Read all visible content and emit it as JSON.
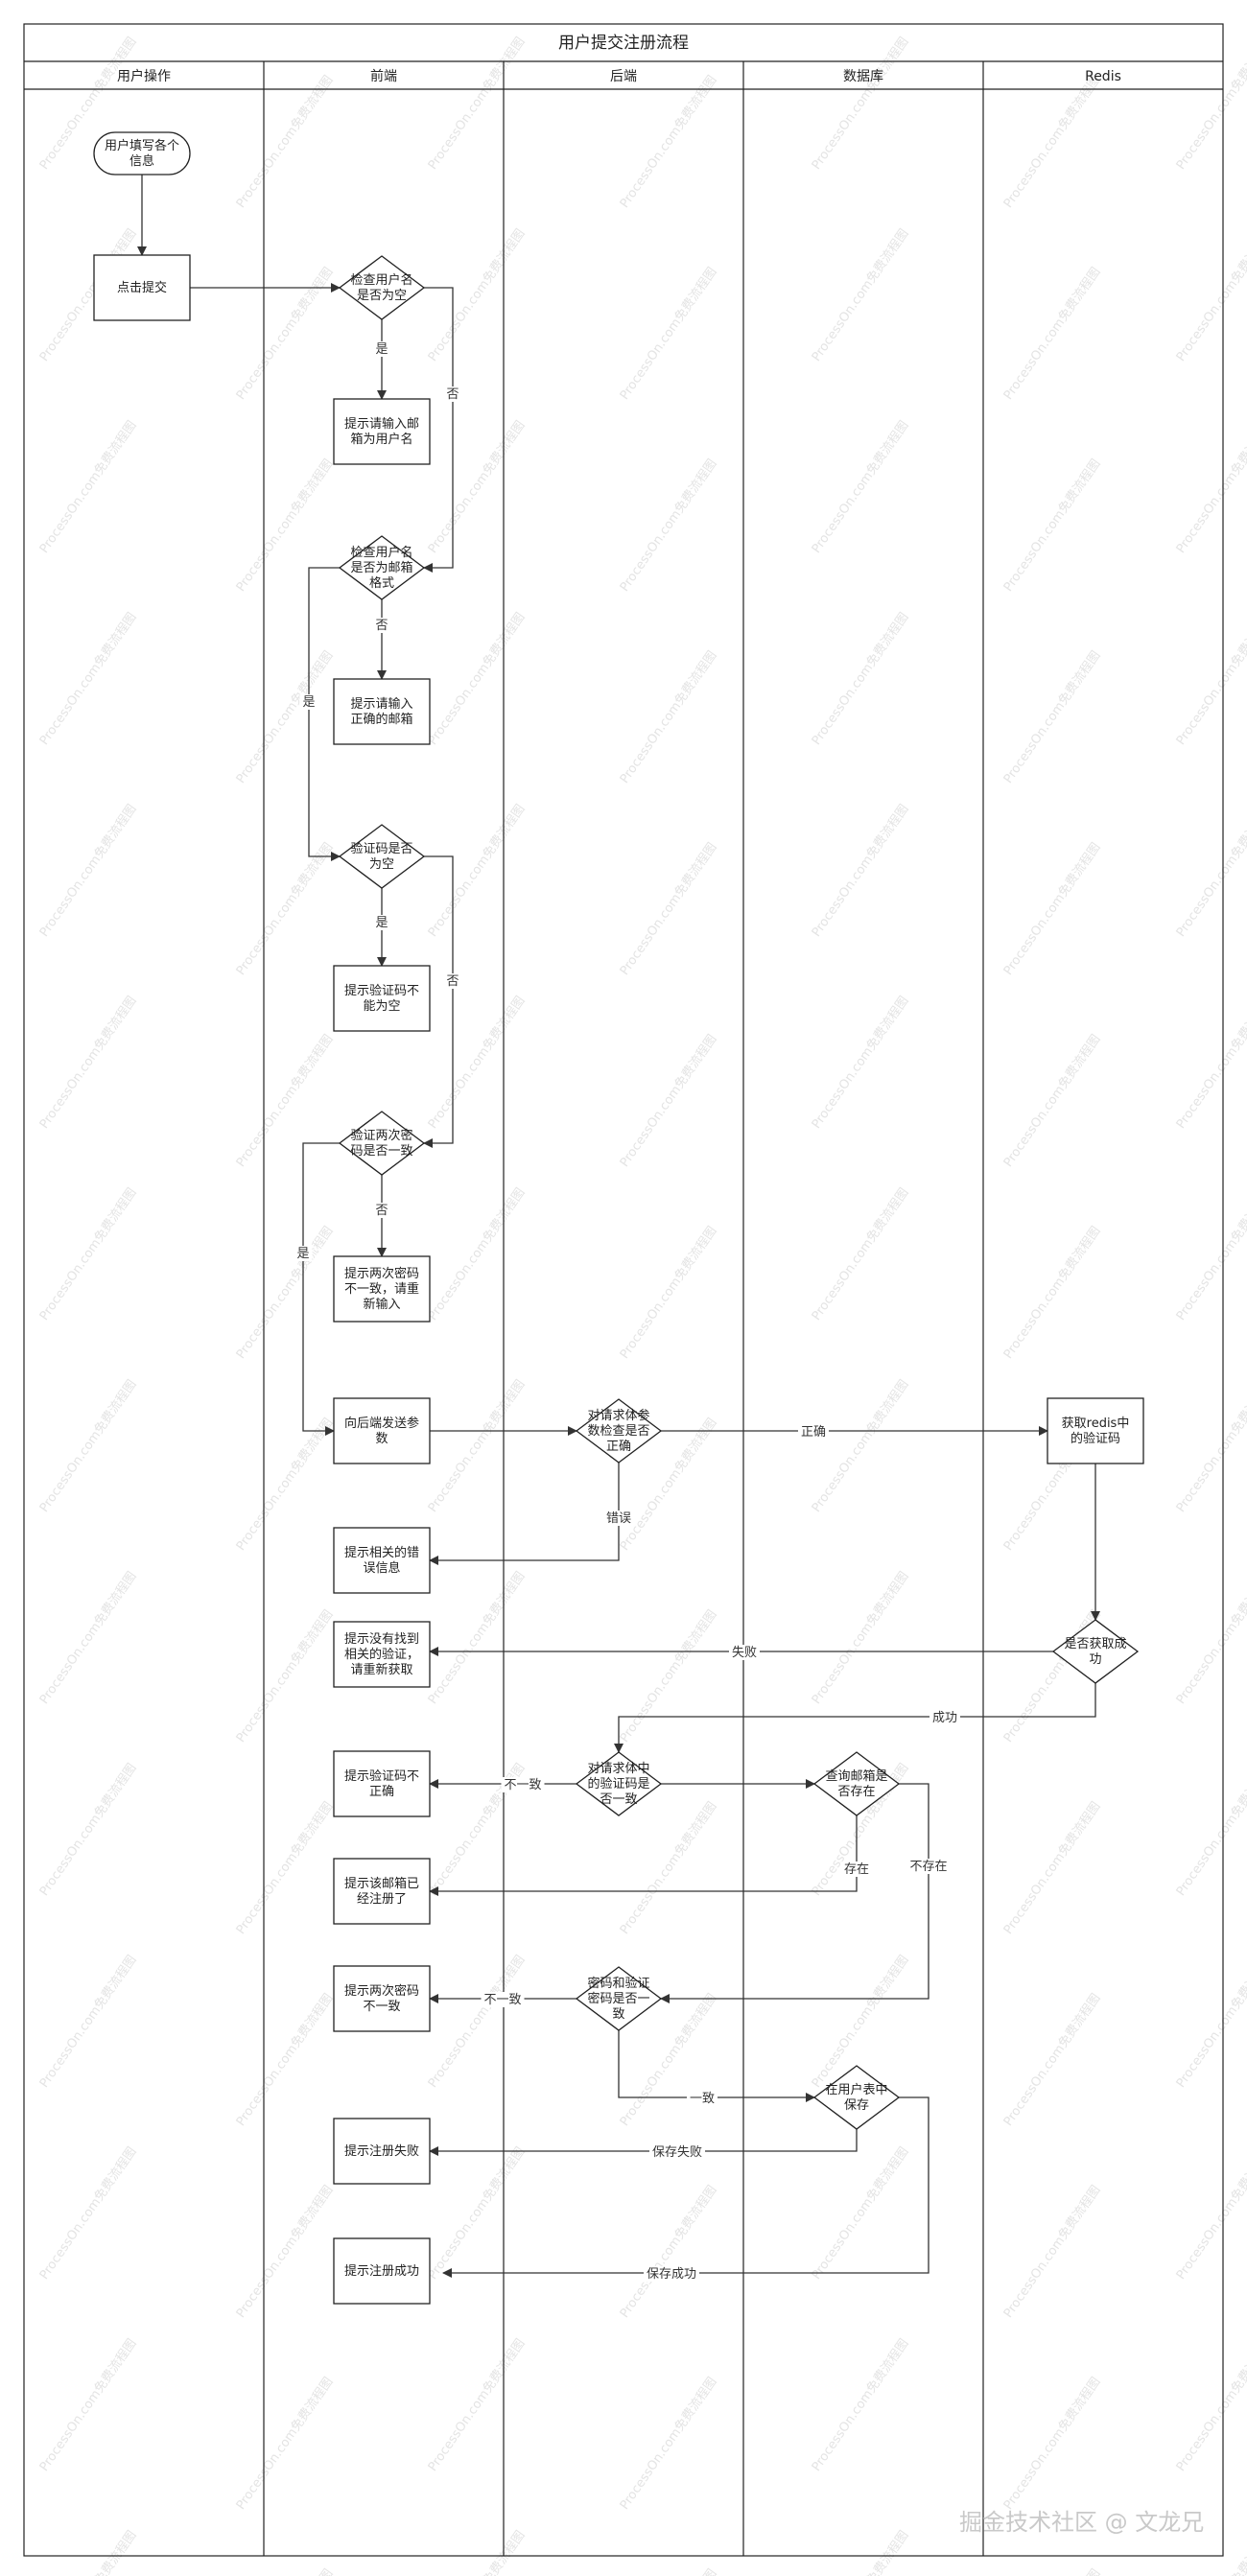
{
  "title": "用户提交注册流程",
  "lanes": [
    "用户操作",
    "前端",
    "后端",
    "数据库",
    "Redis"
  ],
  "nodes": {
    "start": [
      "用户填写各个",
      "信息"
    ],
    "submit": [
      "点击提交"
    ],
    "d_user_empty": [
      "检查用户名",
      "是否为空"
    ],
    "p_enter_email": [
      "提示请输入邮",
      "箱为用户名"
    ],
    "d_email_fmt": [
      "检查用户名",
      "是否为邮箱",
      "格式"
    ],
    "p_correct_email": [
      "提示请输入",
      "正确的邮箱"
    ],
    "d_code_empty": [
      "验证码是否",
      "为空"
    ],
    "p_code_empty": [
      "提示验证码不",
      "能为空"
    ],
    "d_pwd_same": [
      "验证两次密",
      "码是否一致"
    ],
    "p_pwd_diff": [
      "提示两次密码",
      "不一致，请重",
      "新输入"
    ],
    "send_params": [
      "向后端发送参",
      "数"
    ],
    "d_body_check": [
      "对请求体参",
      "数检查是否",
      "正确"
    ],
    "p_error_info": [
      "提示相关的错",
      "误信息"
    ],
    "get_redis_code": [
      "获取redis中",
      "的验证码"
    ],
    "d_get_ok": [
      "是否获取成",
      "功"
    ],
    "p_no_code": [
      "提示没有找到",
      "相关的验证，",
      "请重新获取"
    ],
    "d_code_match": [
      "对请求体中",
      "的验证码是",
      "否一致"
    ],
    "p_code_wrong": [
      "提示验证码不",
      "正确"
    ],
    "d_email_exists": [
      "查询邮箱是",
      "否存在"
    ],
    "p_registered": [
      "提示该邮箱已",
      "经注册了"
    ],
    "d_pwd_confirm": [
      "密码和验证",
      "密码是否一",
      "致"
    ],
    "p_pwd_mismatch": [
      "提示两次密码",
      "不一致"
    ],
    "d_save": [
      "在用户表中",
      "保存"
    ],
    "p_reg_fail": [
      "提示注册失败"
    ],
    "p_reg_success": [
      "提示注册成功"
    ]
  },
  "edge_labels": {
    "yes": "是",
    "no": "否",
    "correct": "正确",
    "error": "错误",
    "fail": "失败",
    "success": "成功",
    "inconsistent": "不一致",
    "consistent": "一致",
    "exists": "存在",
    "not_exists": "不存在",
    "save_fail": "保存失败",
    "save_success": "保存成功"
  },
  "watermark": "ProcessOn.com免费流程图",
  "footer": "掘金技术社区 @ 文龙兄"
}
